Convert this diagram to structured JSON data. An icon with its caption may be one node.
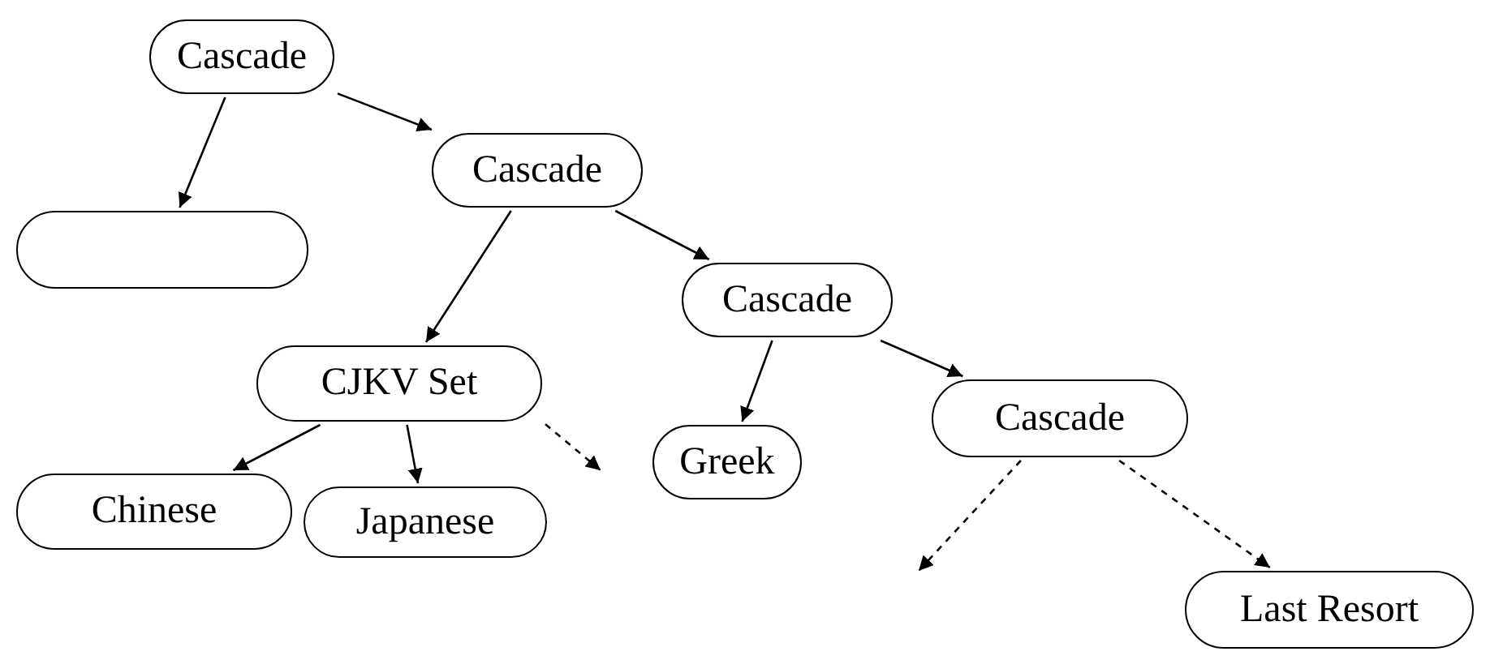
{
  "diagram": {
    "nodes": [
      {
        "text": [
          "Cascade"
        ]
      },
      {
        "text": [],
        "shape": "box"
      },
      {
        "text": [
          "Cascade"
        ]
      },
      {
        "text": [
          "CJKV Set"
        ]
      },
      {
        "text": [
          "Cascade"
        ]
      },
      {
        "text": [
          "Chinese"
        ]
      },
      {
        "text": [
          "Japanese"
        ]
      },
      {
        "text": [
          "Greek"
        ]
      },
      {
        "text": [
          "Cascade"
        ]
      },
      {
        "text": [
          "Last Resort"
        ]
      }
    ],
    "edges": [
      {
        "from": 0,
        "to": 1,
        "arrow": "to"
      },
      {
        "from": 0,
        "to": 2,
        "arrow": "to"
      },
      {
        "from": 2,
        "to": 3,
        "arrow": "to"
      },
      {
        "from": 2,
        "to": 4,
        "arrow": "to"
      },
      {
        "from": 3,
        "to": 5,
        "arrow": "to"
      },
      {
        "from": 3,
        "to": 6,
        "arrow": "to"
      },
      {
        "from": 3,
        "to": null,
        "arrow": "to",
        "style": "dashed"
      },
      {
        "from": 4,
        "to": 7,
        "arrow": "to"
      },
      {
        "from": 4,
        "to": 8,
        "arrow": "to"
      },
      {
        "from": 8,
        "to": null,
        "arrow": "to",
        "style": "dashed"
      },
      {
        "from": 8,
        "to": 9,
        "arrow": "to",
        "style": "dashed"
      }
    ]
  }
}
